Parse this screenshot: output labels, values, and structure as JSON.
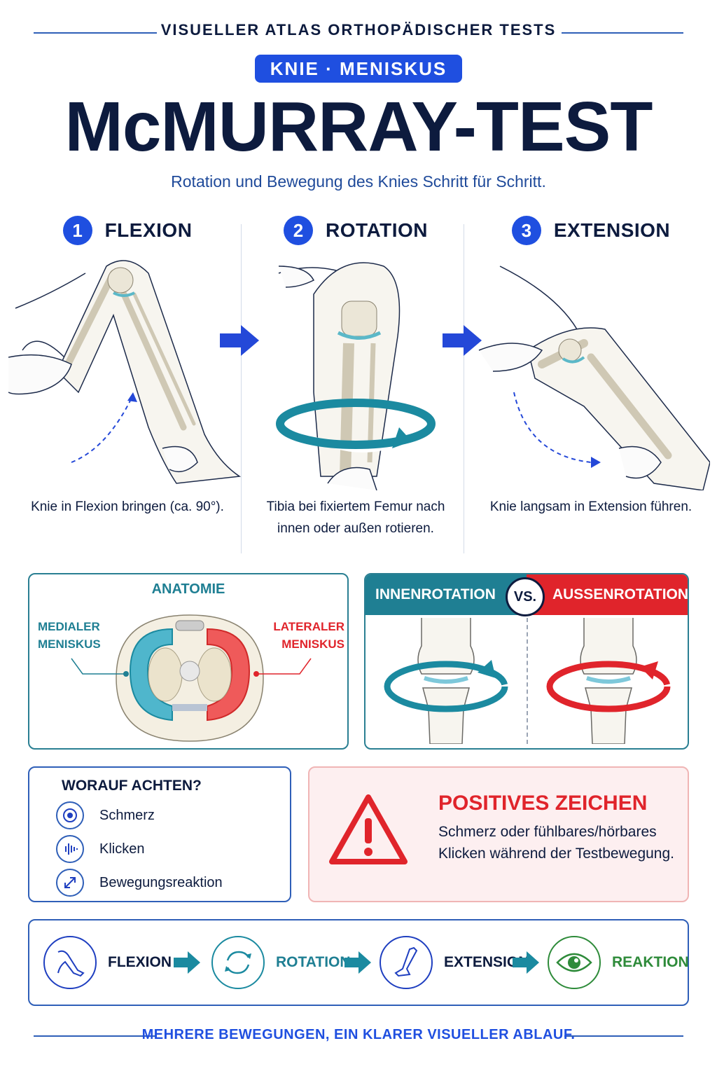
{
  "header": {
    "kicker": "VISUELLER ATLAS ORTHOPÄDISCHER TESTS",
    "pill": "KNIE · MENISKUS",
    "title": "McMURRAY-TEST",
    "subtitle": "Rotation und Bewegung des Knies Schritt für Schritt."
  },
  "steps": [
    {
      "number": "1",
      "title": "FLEXION",
      "caption": "Knie in Flexion bringen (ca. 90°)."
    },
    {
      "number": "2",
      "title": "ROTATION",
      "caption": "Tibia bei fixiertem Femur nach innen oder außen rotieren."
    },
    {
      "number": "3",
      "title": "EXTENSION",
      "caption": "Knie langsam in Extension führen."
    }
  ],
  "anatomy": {
    "title": "ANATOMIE",
    "medial": "MEDIALER MENISKUS",
    "lateral": "LATERALER MENISKUS"
  },
  "comparison": {
    "left": "INNENROTATION",
    "vs": "VS.",
    "right": "AUSSENROTATION"
  },
  "watch": {
    "title": "WORAUF ACHTEN?",
    "items": [
      {
        "icon": "target-icon",
        "label": "Schmerz"
      },
      {
        "icon": "soundwave-icon",
        "label": "Klicken"
      },
      {
        "icon": "diagonal-arrows-icon",
        "label": "Bewegungsreaktion"
      }
    ]
  },
  "positive": {
    "title": "POSITIVES ZEICHEN",
    "text": "Schmerz oder fühlbares/hörbares Klicken während der Testbewegung."
  },
  "flow": [
    {
      "icon": "leg-flexion-icon",
      "label": "FLEXION",
      "color": "#0d1b3e"
    },
    {
      "icon": "rotation-icon",
      "label": "ROTATION",
      "color": "#1f7f93"
    },
    {
      "icon": "leg-extension-icon",
      "label": "EXTENSION",
      "color": "#0d1b3e"
    },
    {
      "icon": "eye-icon",
      "label": "REAKTION",
      "color": "#2e8b3a"
    }
  ],
  "footer": "MEHRERE BEWEGUNGEN, EIN KLARER VISUELLER ABLAUF.",
  "colors": {
    "navy": "#0d1b3e",
    "blue": "#1f4fe0",
    "teal": "#1f7f93",
    "red": "#e0242b",
    "green": "#2e8b3a"
  }
}
